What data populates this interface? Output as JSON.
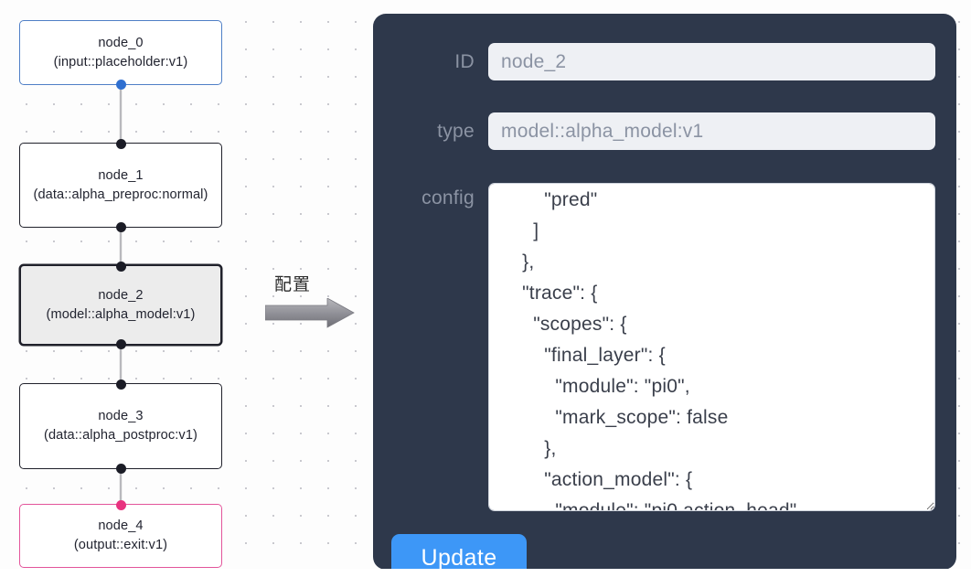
{
  "colors": {
    "panel_bg": "#2e384b",
    "input_bg": "#eef0f4",
    "label_gray": "#8b93a3",
    "accent_blue": "#3d97f7",
    "node_input_border": "#4f7fc6",
    "node_output_border": "#e3559b",
    "node_default_border": "#20212b",
    "node_selected_bg": "#ececec",
    "port_dark": "#1b1c26",
    "port_blue": "#2f6fd0",
    "port_pink": "#e8327f",
    "canvas_bg": "#fdfdfd",
    "grid_dot": "#c9c9cf"
  },
  "graph": {
    "name": "node-graph-canvas",
    "nodes": [
      {
        "id": "node_0",
        "title": "node_0",
        "subtitle": "(input::placeholder:v1)",
        "kind": "input",
        "selected": false
      },
      {
        "id": "node_1",
        "title": "node_1",
        "subtitle": "(data::alpha_preproc:normal)",
        "kind": "default",
        "selected": false
      },
      {
        "id": "node_2",
        "title": "node_2",
        "subtitle": "(model::alpha_model:v1)",
        "kind": "default",
        "selected": true
      },
      {
        "id": "node_3",
        "title": "node_3",
        "subtitle": "(data::alpha_postproc:v1)",
        "kind": "default",
        "selected": false
      },
      {
        "id": "node_4",
        "title": "node_4",
        "subtitle": "(output::exit:v1)",
        "kind": "output",
        "selected": false
      }
    ],
    "edges": [
      {
        "from": "node_0",
        "to": "node_1"
      },
      {
        "from": "node_1",
        "to": "node_2"
      },
      {
        "from": "node_2",
        "to": "node_3"
      },
      {
        "from": "node_3",
        "to": "node_4"
      }
    ]
  },
  "annotation": {
    "label": "配置",
    "icon": "arrow-right-icon"
  },
  "panel": {
    "name": "node-config-panel",
    "fields": {
      "id": {
        "label": "ID",
        "value": "node_2",
        "placeholder": "node_2"
      },
      "type": {
        "label": "type",
        "value": "model::alpha_model:v1",
        "placeholder": "model::alpha_model:v1"
      },
      "config": {
        "label": "config",
        "value": "        \"raw_action\",\n        \"pred\"\n      ]\n    },\n    \"trace\": {\n      \"scopes\": {\n        \"final_layer\": {\n          \"module\": \"pi0\",\n          \"mark_scope\": false\n        },\n        \"action_model\": {\n          \"module\": \"pi0.action_head\",\n          \"mark_scope\": true\n        }\n      }\n    }\n  }\n}"
      }
    },
    "update_button": {
      "label": "Update"
    },
    "scrollbar": {
      "name": "config-scrollbar",
      "thumb_position_pct": 14
    }
  }
}
